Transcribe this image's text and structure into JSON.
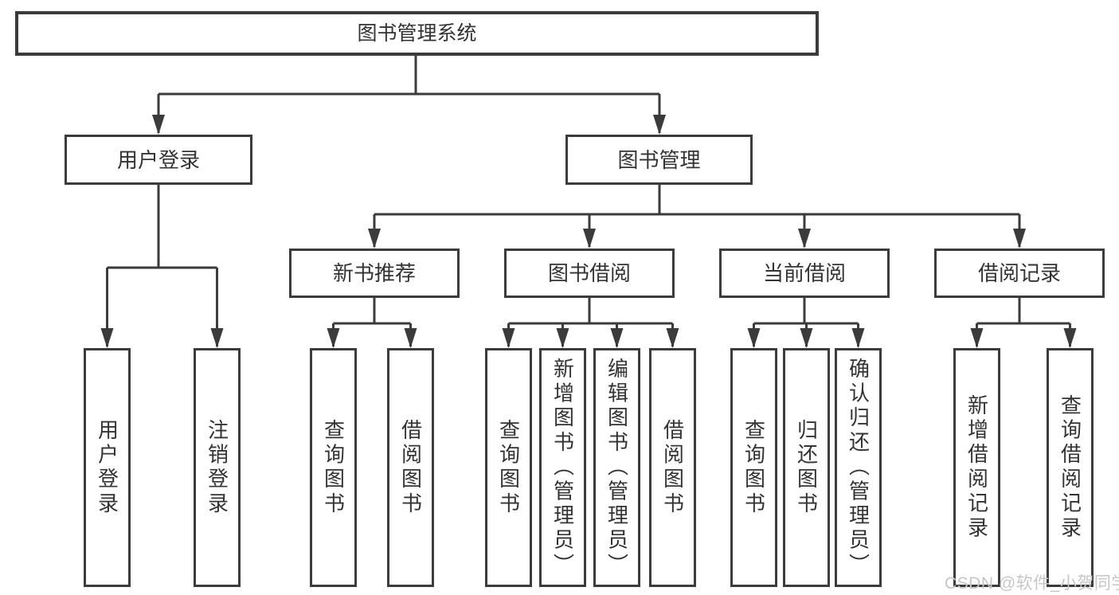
{
  "colors": {
    "line": "#3b3b3b",
    "text": "#333333",
    "watermark": "#c6c6c6",
    "background": "#ffffff"
  },
  "tree": {
    "root": {
      "label": "图书管理系统"
    },
    "user_login": {
      "label": "用户登录",
      "children": [
        {
          "label": "用户登录"
        },
        {
          "label": "注销登录"
        }
      ]
    },
    "book_management": {
      "label": "图书管理",
      "sections": [
        {
          "label": "新书推荐",
          "children": [
            {
              "label": "查询图书"
            },
            {
              "label": "借阅图书"
            }
          ]
        },
        {
          "label": "图书借阅",
          "children": [
            {
              "label": "查询图书"
            },
            {
              "label": "新增图书（管理员）"
            },
            {
              "label": "编辑图书（管理员）"
            },
            {
              "label": "借阅图书"
            }
          ]
        },
        {
          "label": "当前借阅",
          "children": [
            {
              "label": "查询图书"
            },
            {
              "label": "归还图书"
            },
            {
              "label": "确认归还（管理员）"
            }
          ]
        },
        {
          "label": "借阅记录",
          "children": [
            {
              "label": "新增借阅记录"
            },
            {
              "label": "查询借阅记录"
            }
          ]
        }
      ]
    }
  },
  "watermark": {
    "text": "CSDN @软件_小贺同学"
  }
}
